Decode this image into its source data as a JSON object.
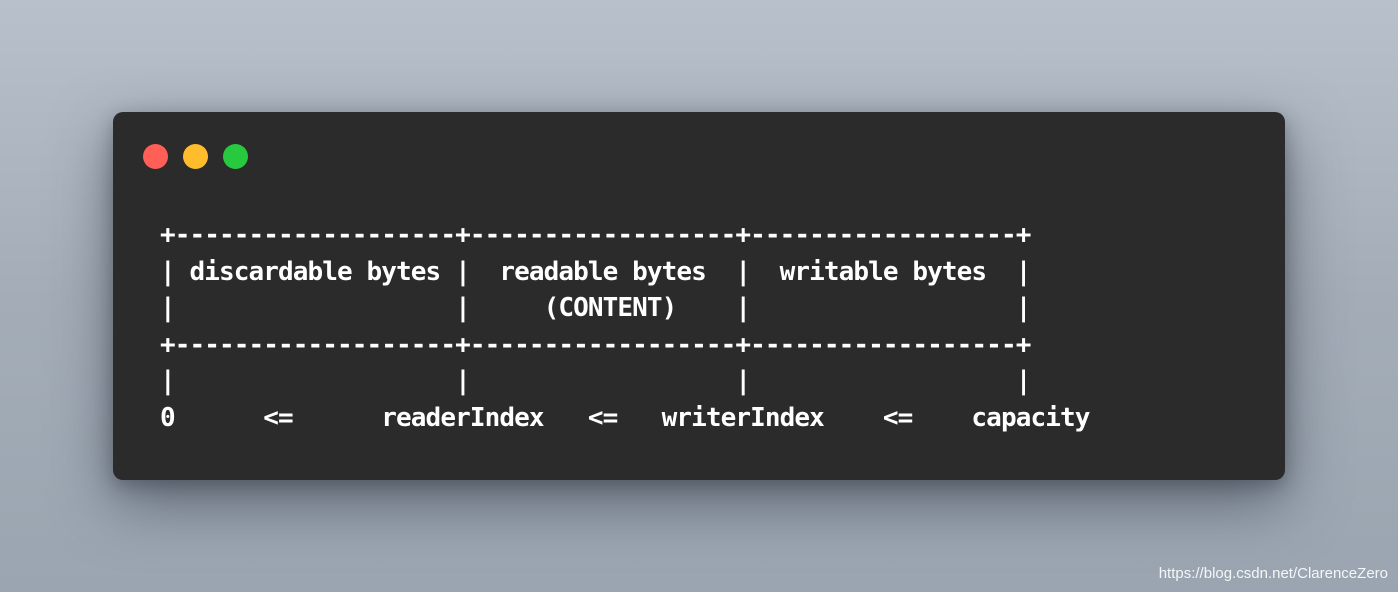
{
  "window": {
    "controls": {
      "close": {
        "icon": "close-traffic-light-icon",
        "color": "#ff5f56"
      },
      "minimize": {
        "icon": "minimize-traffic-light-icon",
        "color": "#ffbd2e"
      },
      "maximize": {
        "icon": "maximize-traffic-light-icon",
        "color": "#27c93f"
      }
    },
    "background_color": "#2b2b2b"
  },
  "code_lines": [
    "+-------------------+------------------+------------------+",
    "| discardable bytes |  readable bytes  |  writable bytes  |",
    "|                   |     (CONTENT)    |                  |",
    "+-------------------+------------------+------------------+",
    "|                   |                  |                  |",
    "0      <=      readerIndex   <=   writerIndex    <=    capacity"
  ],
  "watermark": "https://blog.csdn.net/ClarenceZero"
}
